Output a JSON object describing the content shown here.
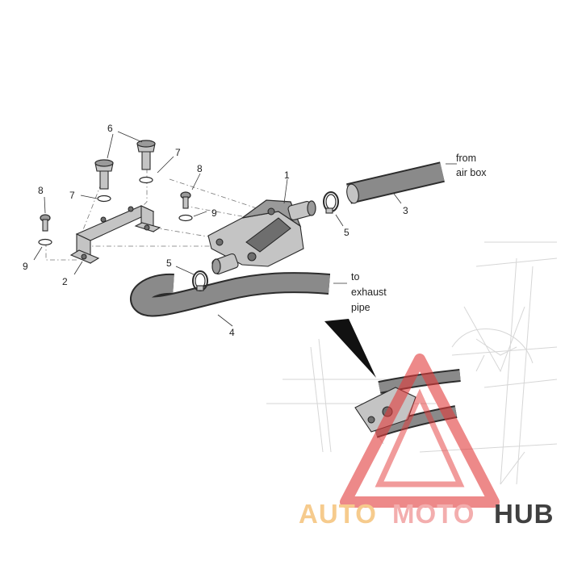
{
  "callouts": {
    "n1": "1",
    "n2": "2",
    "n3": "3",
    "n4": "4",
    "n5a": "5",
    "n5b": "5",
    "n6": "6",
    "n7a": "7",
    "n7b": "7",
    "n8a": "8",
    "n8b": "8",
    "n9a": "9",
    "n9b": "9"
  },
  "notes": {
    "from_line1": "from",
    "from_line2": "air box",
    "to_line1": "to",
    "to_line2": "exhaust",
    "to_line3": "pipe"
  },
  "watermark": {
    "part1": "AUTO",
    "part2": "MOTO",
    "part3": "HUB",
    "color_auto": "#f5c27a",
    "color_moto": "#f2a0a0",
    "color_hub": "#1f1f1f",
    "triangle_color": "#e23a3a"
  },
  "colors": {
    "hose": "#8a8a8a",
    "outline": "#2a2a2a",
    "background_sketch": "#d6d6d6"
  }
}
